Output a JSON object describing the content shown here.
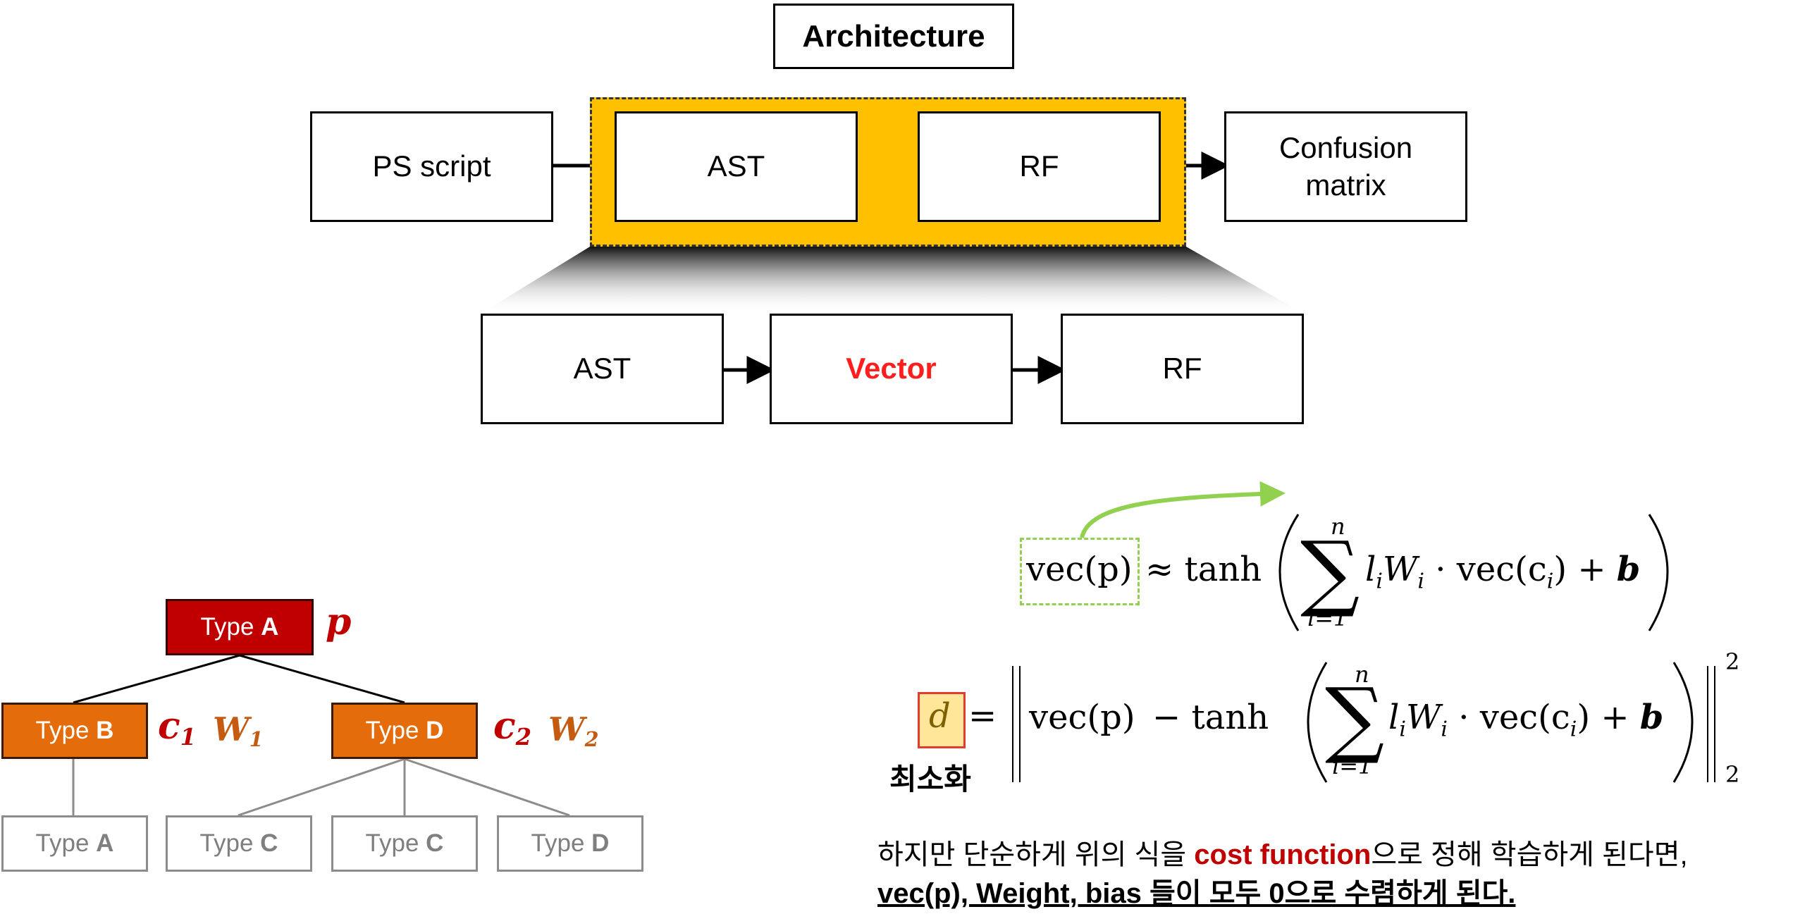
{
  "architecture": {
    "title": "Architecture",
    "pipeline": [
      "PS script",
      "AST",
      "RF"
    ],
    "output_line1": "Confusion",
    "output_line2": "matrix",
    "detail": [
      "AST",
      "Vector",
      "RF"
    ]
  },
  "tree": {
    "root": {
      "type": "Type",
      "letter": "A",
      "label": "p"
    },
    "children": [
      {
        "type": "Type",
        "letter": "B",
        "label": "c",
        "label_sub": "1",
        "weight": "W",
        "weight_sub": "1"
      },
      {
        "type": "Type",
        "letter": "D",
        "label": "c",
        "label_sub": "2",
        "weight": "W",
        "weight_sub": "2"
      }
    ],
    "leaves": [
      {
        "type": "Type",
        "letter": "A"
      },
      {
        "type": "Type",
        "letter": "C"
      },
      {
        "type": "Type",
        "letter": "C"
      },
      {
        "type": "Type",
        "letter": "D"
      }
    ]
  },
  "equations": {
    "vec_p": "vec(p)",
    "approx": "≈ tanh",
    "sum_upper": "n",
    "sum_lower": "i=1",
    "term1": "l",
    "term1_sub": "i",
    "term2": "W",
    "term2_sub": "i",
    "dot_vec": "· vec(c",
    "dot_vec_sub": "i",
    "plus_b": ") +",
    "bias": "b",
    "d": "d",
    "equals": "=",
    "minus_tanh": "− tanh",
    "norm_sup": "2",
    "norm_sub": "2",
    "minimize_label": "최소화"
  },
  "note": {
    "line1_pre": "하지만 단순하게 위의 식을",
    "line1_highlight": "cost function",
    "line1_post": "으로 정해 학습하게 된다면,",
    "line2": "vec(p), Weight, bias 들이 모두 0으로 수렴하게 된다."
  },
  "colors": {
    "highlight": "#ffc000",
    "root_node": "#c00000",
    "mid_node": "#e46c0a",
    "green_arrow": "#92d050",
    "accent_red": "#ff1e1e"
  }
}
